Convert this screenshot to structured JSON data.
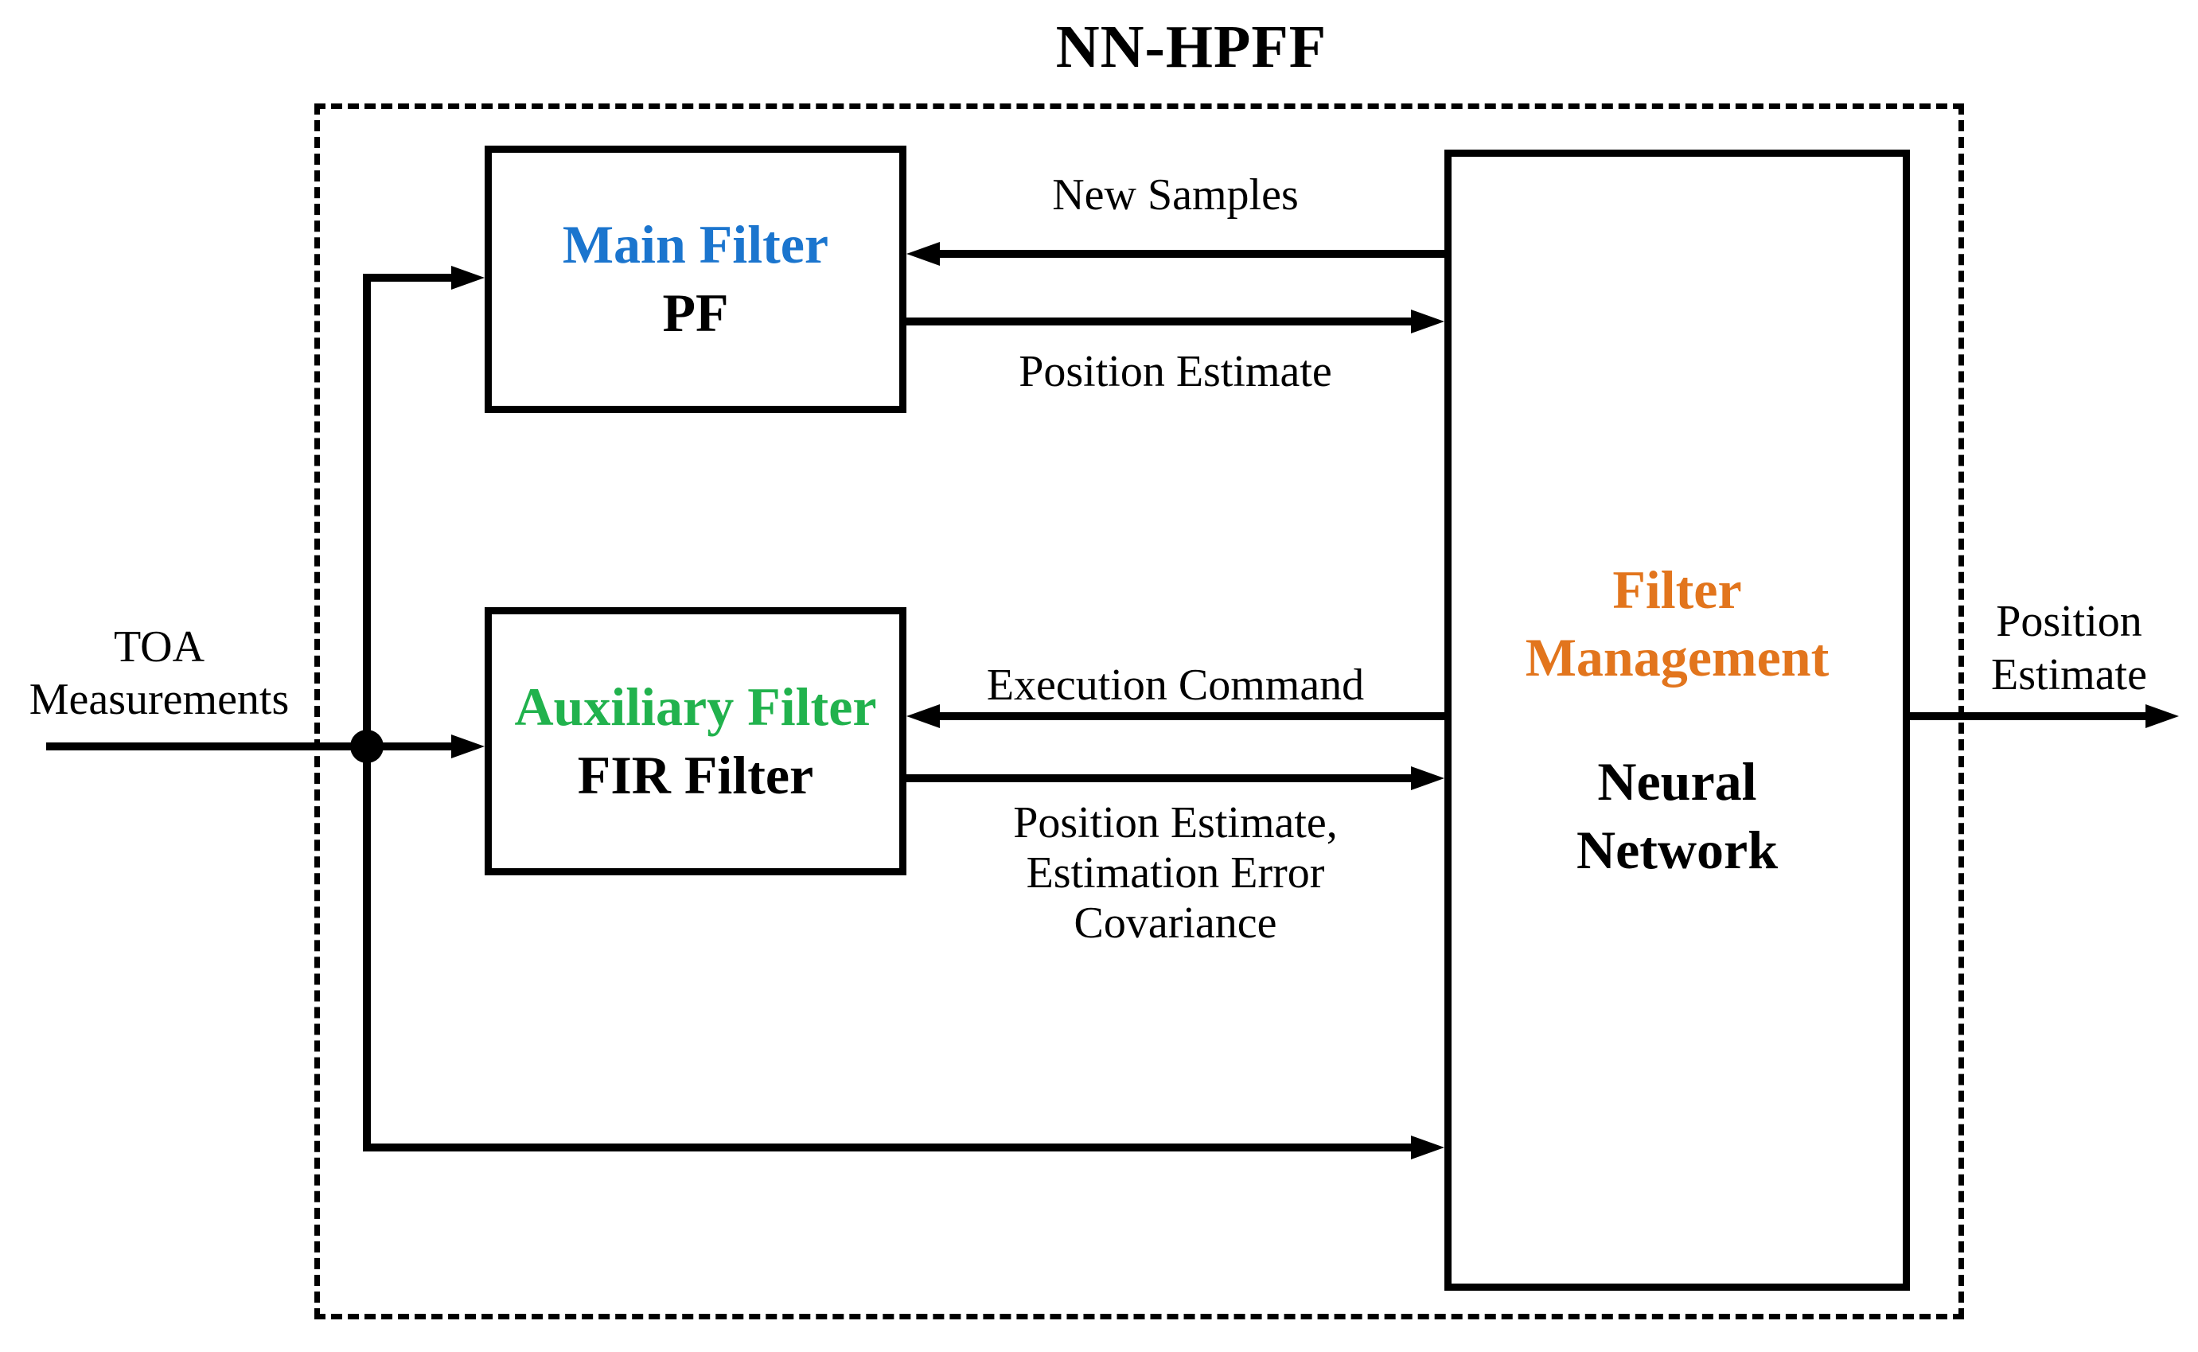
{
  "title": "NN-HPFF",
  "colors": {
    "main_filter_text": "#1B75CE",
    "auxiliary_filter_text": "#21B24D",
    "filter_management_text": "#E2751D",
    "line_color": "#000000",
    "background": "#FFFFFF"
  },
  "blocks": {
    "main_filter": {
      "name": "Main Filter",
      "type": "PF"
    },
    "auxiliary_filter": {
      "name": "Auxiliary Filter",
      "type": "FIR Filter"
    },
    "filter_management": {
      "name_line1": "Filter",
      "name_line2": "Management",
      "type_line1": "Neural",
      "type_line2": "Network"
    }
  },
  "signals": {
    "input_line1": "TOA",
    "input_line2": "Measurements",
    "new_samples": "New Samples",
    "main_output": "Position Estimate",
    "execution_command": "Execution Command",
    "aux_output_line1": "Position Estimate,",
    "aux_output_line2": "Estimation Error",
    "aux_output_line3": "Covariance",
    "system_output_line1": "Position",
    "system_output_line2": "Estimate"
  }
}
